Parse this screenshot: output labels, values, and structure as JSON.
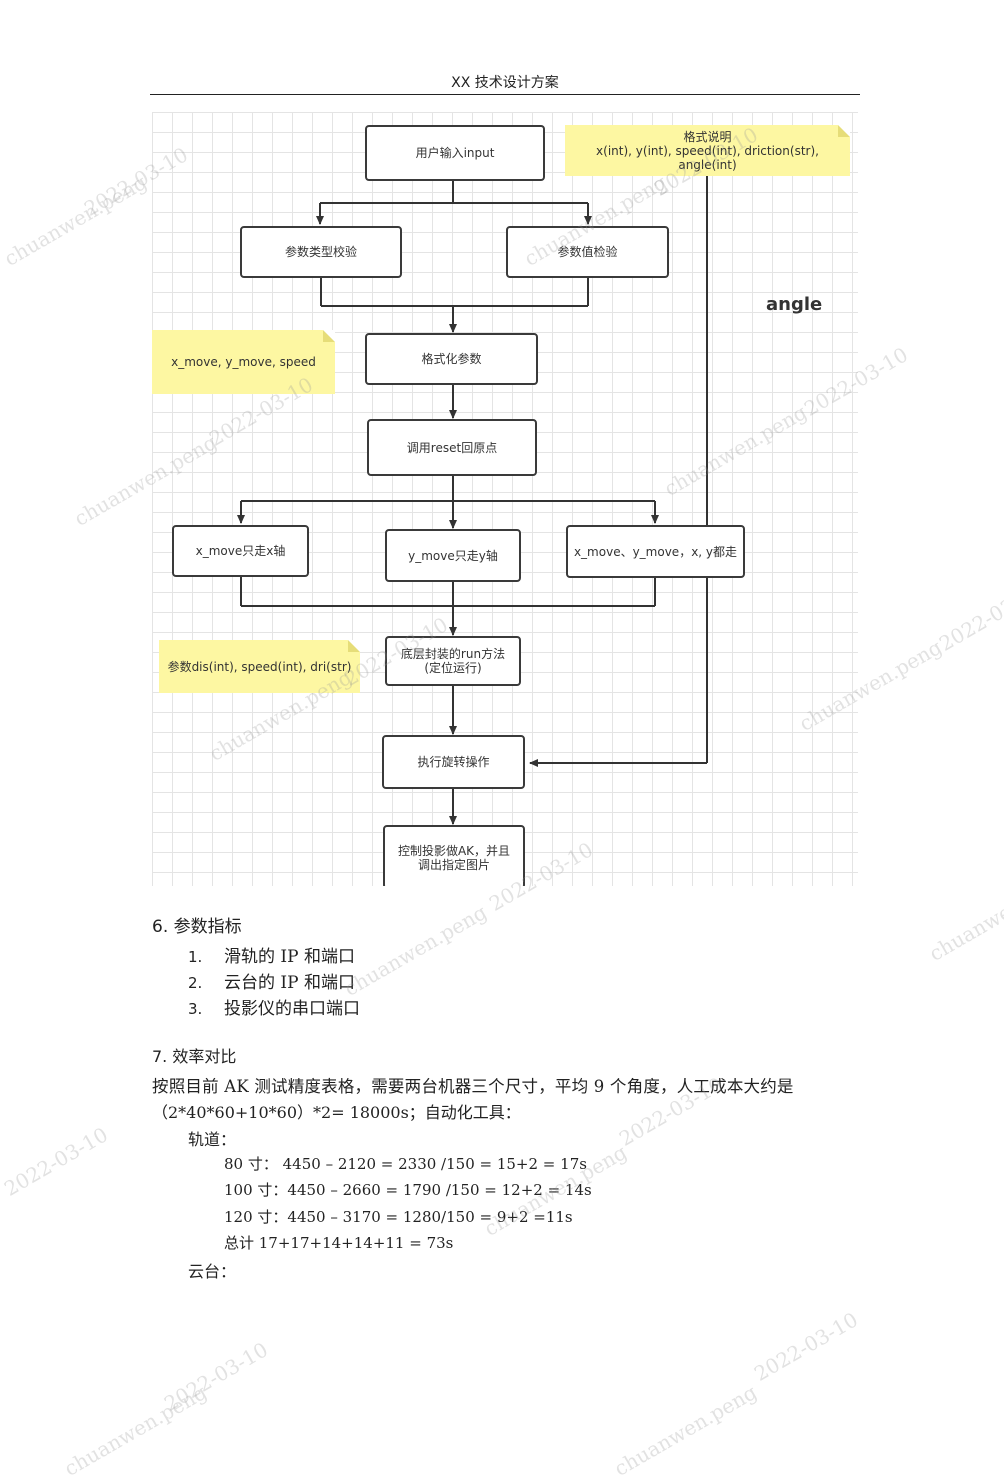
{
  "header": {
    "title": "XX 技术设计方案"
  },
  "flowchart": {
    "nodes": {
      "input": "用户输入input",
      "type_check": "参数类型校验",
      "value_check": "参数值检验",
      "format": "格式化参数",
      "reset": "调用reset回原点",
      "x_move": "x_move只走x轴",
      "y_move": "y_move只走y轴",
      "xy_move": "x_move、y_move，x, y都走",
      "run_line1": "底层封装的run方法",
      "run_line2": "(定位运行)",
      "rotate": "执行旋转操作",
      "projector_line1": "控制投影做AK，并且",
      "projector_line2": "调出指定图片"
    },
    "notes": {
      "format_title": "格式说明",
      "format_body": "x(int), y(int), speed(int), driction(str), angle(int)",
      "params_move": "x_move, y_move, speed",
      "params_run": "参数dis(int), speed(int), dri(str)"
    },
    "angle_label": "angle"
  },
  "section6": {
    "title": "6. 参数指标",
    "items": [
      {
        "num": "1.",
        "text": "滑轨的 IP 和端口"
      },
      {
        "num": "2.",
        "text": "云台的 IP 和端口"
      },
      {
        "num": "3.",
        "text": "投影仪的串口端口"
      }
    ]
  },
  "section7": {
    "title": "7. 效率对比",
    "para_line1": "按照目前 AK 测试精度表格，需要两台机器三个尺寸，平均 9 个角度，人工成本大约是",
    "para_line2": "（2*40*60+10*60）*2= 18000s；自动化工具：",
    "track_label": "轨道：",
    "rows": [
      "80 寸：   4450 – 2120 = 2330 /150 = 15+2 = 17s",
      "100 寸：4450 – 2660 = 1790 /150 = 12+2 = 14s",
      "120 寸：4450 – 3170 = 1280/150 = 9+2 =11s",
      "总计 17+17+14+14+11 = 73s"
    ],
    "gimbal_label": "云台："
  },
  "watermarks": [
    "chuanwen.peng",
    "2022-03-10"
  ]
}
